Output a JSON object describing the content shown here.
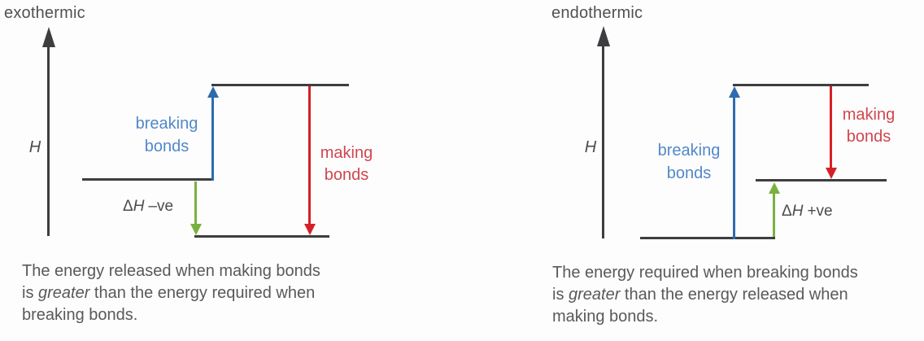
{
  "colors": {
    "background": "#fdfdfd",
    "axis_and_level_lines": "#3e3e40",
    "gray_text": "#59595b",
    "breaking_arrow_blue": "#2d6cb0",
    "breaking_text_blue": "#5288c9",
    "making_arrow_red": "#d62027",
    "making_text_red": "#d0464e",
    "delta_h_arrow_green": "#79b140"
  },
  "exothermic": {
    "title": "exothermic",
    "axis_label": "H",
    "breaking_label": [
      "breaking",
      "bonds"
    ],
    "making_label": [
      "making",
      "bonds"
    ],
    "delta_symbol": "Δ",
    "delta_variable": "H",
    "delta_sign": "–ve",
    "caption": {
      "line1": "The energy released when making bonds",
      "line2_pre": "is ",
      "line2_italic": "greater",
      "line2_post": " than the energy required when",
      "line3": "breaking bonds."
    }
  },
  "endothermic": {
    "title": "endothermic",
    "axis_label": "H",
    "breaking_label": [
      "breaking",
      "bonds"
    ],
    "making_label": [
      "making",
      "bonds"
    ],
    "delta_symbol": "Δ",
    "delta_variable": "H",
    "delta_sign": "+ve",
    "caption": {
      "line1": "The energy required when breaking bonds",
      "line2_pre": "is ",
      "line2_italic": "greater",
      "line2_post": " than the energy released when",
      "line3": "making bonds."
    }
  }
}
